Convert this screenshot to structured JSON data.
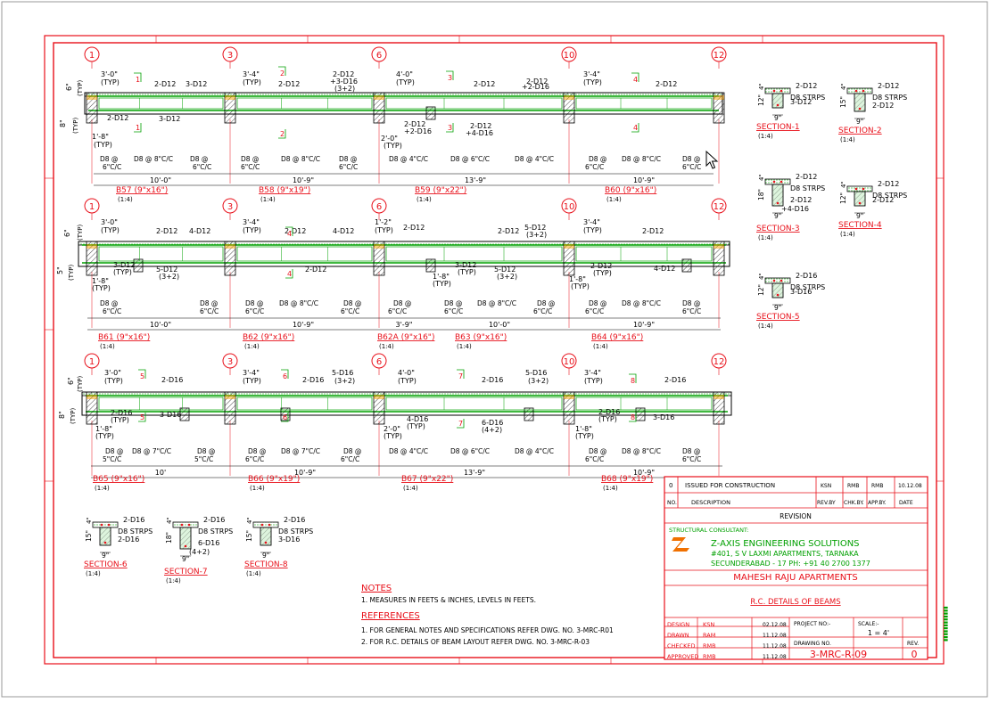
{
  "drawing": {
    "grid_bubbles": [
      "1",
      "3",
      "6",
      "10",
      "12"
    ],
    "row1": {
      "annos": {
        "a1": "3'-0\"",
        "a2": "(TYP)",
        "a3": "3'-4\"",
        "a4": "(TYP)",
        "a5": "4'-0\"",
        "a6": "(TYP)",
        "a7": "3'-4\"",
        "a8": "(TYP)",
        "top1": "2-D12",
        "top2": "3-D12",
        "top3": "2-D12",
        "top4": "2-D12",
        "top5": "+3-D16",
        "top6": "(3+2)",
        "top7": "2-D12",
        "top8": "2-D12",
        "top9": "+2-D16",
        "top10": "2-D12",
        "bot1": "2-D12",
        "bot2": "3-D12",
        "bot3": "2-D12",
        "bot4": "+2-D16",
        "bot5": "2-D12",
        "bot6": "+4-D16",
        "bot7": "2'-0\"",
        "bot8": "(TYP)",
        "bot9": "1'-8\"",
        "bot10": "(TYP)",
        "six": "6\"",
        "typ1": "(TYP)",
        "eight": "8\"",
        "typ2": "(TYP)"
      },
      "stirrups": [
        "D8 @",
        "6\"C/C",
        "D8 @ 8\"C/C",
        "D8 @",
        "6\"C/C",
        "D8 @",
        "6\"C/C",
        "D8 @ 8\"C/C",
        "D8 @",
        "6\"C/C",
        "D8 @ 4\"C/C",
        "D8 @ 6\"C/C",
        "D8 @ 4\"C/C",
        "D8 @",
        "6\"C/C",
        "D8 @ 8\"C/C",
        "D8 @",
        "6\"C/C"
      ],
      "spans": [
        "10'-0\"",
        "10'-9\"",
        "13'-9\"",
        "10'-9\""
      ],
      "beams": [
        {
          "name": "B57 (9\"x16\")",
          "scale": "(1:4)"
        },
        {
          "name": "B58 (9\"x19\")",
          "scale": "(1:4)"
        },
        {
          "name": "B59 (9\"x22\")",
          "scale": "(1:4)"
        },
        {
          "name": "B60 (9\"x16\")",
          "scale": "(1:4)"
        }
      ],
      "sec_marks": [
        "1",
        "1",
        "2",
        "2",
        "3",
        "3",
        "4",
        "4"
      ]
    },
    "row2": {
      "annos": {
        "a1": "3'-0\"",
        "a2": "(TYP)",
        "a3": "3'-4\"",
        "a4": "(TYP)",
        "a5": "1'-2\"",
        "a6": "(TYP)",
        "a7": "3'-4\"",
        "a8": "(TYP)",
        "top1": "2-D12",
        "top2": "4-D12",
        "top3": "2-D12",
        "top4": "4-D12",
        "top5": "2-D12",
        "top6": "2-D12",
        "top7": "5-D12",
        "top8": "(3+2)",
        "top9": "2-D12",
        "bot1": "3-D12",
        "bot2": "(TYP)",
        "bot3": "5-D12",
        "bot4": "(3+2)",
        "bot5": "2-D12",
        "bot6": "3-D12",
        "bot7": "(TYP)",
        "bot8": "5-D12",
        "bot9": "(3+2)",
        "bot10": "2-D12",
        "bot11": "(TYP)",
        "bot12": "4-D12",
        "l1": "1'-8\"",
        "l2": "(TYP)",
        "l3": "1'-8\"",
        "l4": "(TYP)",
        "l5": "1'-8\"",
        "l6": "(TYP)",
        "six": "6\"",
        "typ1": "(TYP)",
        "five": "5\"",
        "typ2": "(TYP)"
      },
      "stirrups": [
        "D8 @",
        "6\"C/C",
        "D8 @",
        "6\"C/C",
        "D8 @",
        "6\"C/C",
        "D8 @ 8\"C/C",
        "D8 @",
        "6\"C/C",
        "D8 @",
        "6\"C/C",
        "D8 @",
        "6\"C/C",
        "D8 @ 8\"C/C",
        "D8 @",
        "6\"C/C",
        "D8 @",
        "6\"C/C",
        "D8 @ 8\"C/C",
        "D8 @",
        "6\"C/C"
      ],
      "spans": [
        "10'-0\"",
        "10'-9\"",
        "3'-9\"",
        "10'-0\"",
        "10'-9\""
      ],
      "beams": [
        {
          "name": "B61 (9\"x16\")",
          "scale": "(1:4)"
        },
        {
          "name": "B62 (9\"x16\")",
          "scale": "(1:4)"
        },
        {
          "name": "B62A (9\"x16\")",
          "scale": "(1:4)"
        },
        {
          "name": "B63 (9\"x16\")",
          "scale": "(1:4)"
        },
        {
          "name": "B64 (9\"x16\")",
          "scale": "(1:4)"
        }
      ],
      "sec_marks": [
        "4",
        "4"
      ]
    },
    "row3": {
      "annos": {
        "a1": "3'-0\"",
        "a2": "(TYP)",
        "a3": "3'-4\"",
        "a4": "(TYP)",
        "a5": "4'-0\"",
        "a6": "(TYP)",
        "a7": "3'-4\"",
        "a8": "(TYP)",
        "top1": "2-D16",
        "top2": "2-D16",
        "top3": "5-D16",
        "top4": "(3+2)",
        "top5": "2-D16",
        "top6": "5-D16",
        "top7": "(3+2)",
        "top8": "2-D16",
        "bot1": "2-D16",
        "bot2": "(TYP)",
        "bot3": "3-D16",
        "bot4": "4-D16",
        "bot5": "(TYP)",
        "bot6": "6-D16",
        "bot7": "(4+2)",
        "bot8": "2-D16",
        "bot9": "(TYP)",
        "bot10": "3-D16",
        "l1": "1'-8\"",
        "l2": "(TYP)",
        "l3": "2'-0\"",
        "l4": "(TYP)",
        "l5": "1'-8\"",
        "l6": "(TYP)",
        "six": "6\"",
        "typ1": "(TYP)",
        "eight": "8\"",
        "typ2": "(TYP)"
      },
      "stirrups": [
        "D8 @",
        "5\"C/C",
        "D8 @ 7\"C/C",
        "D8 @",
        "5\"C/C",
        "D8 @",
        "6\"C/C",
        "D8 @ 7\"C/C",
        "D8 @",
        "6\"C/C",
        "D8 @ 4\"C/C",
        "D8 @ 6\"C/C",
        "D8 @ 4\"C/C",
        "D8 @",
        "6\"C/C",
        "D8 @ 8\"C/C",
        "D8 @",
        "6\"C/C"
      ],
      "spans": [
        "10'",
        "10'-9\"",
        "13'-9\"",
        "10'-9\""
      ],
      "beams": [
        {
          "name": "B65 (9\"x16\")",
          "scale": "(1:4)"
        },
        {
          "name": "B66 (9\"x19\")",
          "scale": "(1:4)"
        },
        {
          "name": "B67 (9\"x22\")",
          "scale": "(1:4)"
        },
        {
          "name": "B68 (9\"x19\")",
          "scale": "(1:4)"
        }
      ],
      "sec_marks": [
        "5",
        "5",
        "6",
        "6",
        "7",
        "7",
        "8",
        "8"
      ]
    },
    "sections": [
      {
        "name": "SECTION-1",
        "scale": "(1:4)",
        "top": "2-D12",
        "mid": "D8 STRPS",
        "bot": "3-D12",
        "w": "9\"",
        "h": "12\"",
        "f": "4\""
      },
      {
        "name": "SECTION-2",
        "scale": "(1:4)",
        "top": "2-D12",
        "mid": "D8 STRPS",
        "bot": "2-D12",
        "w": "9\"",
        "h": "15\"",
        "f": "4\""
      },
      {
        "name": "SECTION-3",
        "scale": "(1:4)",
        "top": "2-D12",
        "mid": "D8 STRPS",
        "bot": "2-D12",
        "bot2": "+4-D16",
        "w": "9\"",
        "h": "18\"",
        "f": "4\""
      },
      {
        "name": "SECTION-4",
        "scale": "(1:4)",
        "top": "2-D12",
        "mid": "D8 STRPS",
        "bot": "2-D12",
        "w": "9\"",
        "h": "12\"",
        "f": "4\""
      },
      {
        "name": "SECTION-5",
        "scale": "(1:4)",
        "top": "2-D16",
        "mid": "D8 STRPS",
        "bot": "3-D16",
        "w": "9\"",
        "h": "12\"",
        "f": "4\""
      },
      {
        "name": "SECTION-6",
        "scale": "(1:4)",
        "top": "2-D16",
        "mid": "D8 STRPS",
        "bot": "2-D16",
        "w": "9\"",
        "h": "15\"",
        "f": "4\""
      },
      {
        "name": "SECTION-7",
        "scale": "(1:4)",
        "top": "2-D16",
        "mid": "D8 STRPS",
        "bot": "6-D16",
        "bot2": "(4+2)",
        "w": "9\"",
        "h": "18\"",
        "f": "4\""
      },
      {
        "name": "SECTION-8",
        "scale": "(1:4)",
        "top": "2-D16",
        "mid": "D8 STRPS",
        "bot": "3-D16",
        "w": "9\"",
        "h": "15\"",
        "f": "4\""
      }
    ],
    "notes": {
      "title": "NOTES",
      "items": [
        "1. MEASURES IN FEETS & INCHES, LEVELS IN FEETS."
      ],
      "ref_title": "REFERENCES",
      "refs": [
        "1. FOR GENERAL NOTES AND SPECIFICATIONS REFER DWG. NO. 3-MRC-R01",
        "2. FOR R.C. DETAILS OF BEAM LAYOUT REFER DWG. NO. 3-MRC-R-03"
      ]
    },
    "title_block": {
      "rev_no": "0",
      "rev_desc": "ISSUED FOR CONSTRUCTION",
      "rev_by": "KSN",
      "chk_by": "RMB",
      "app_by": "RMB",
      "rev_date": "10.12.08",
      "h_no": "NO.",
      "h_desc": "DESCRIPTION",
      "h_rev": "REV.BY",
      "h_chk": "CHK.BY.",
      "h_app": "APP.BY.",
      "h_date": "DATE",
      "revision": "REVISION",
      "consultant_label": "STRUCTURAL CONSULTANT:",
      "firm": "Z-AXIS ENGINEERING SOLUTIONS",
      "addr1": "#401, S V LAXMI APARTMENTS, TARNAKA",
      "addr2": "SECUNDERABAD - 17 PH: +91 40 2700 1377",
      "project": "MAHESH RAJU APARTMENTS",
      "sheet_title": "R.C. DETAILS OF BEAMS",
      "rows": [
        {
          "label": "DESIGN",
          "by": "KSN",
          "date": "02.12.08"
        },
        {
          "label": "DRAWN",
          "by": "RAM",
          "date": "11.12.08"
        },
        {
          "label": "CHECKED",
          "by": "RMB",
          "date": "11.12.08"
        },
        {
          "label": "APPROVED",
          "by": "RMB",
          "date": "11.12.08"
        }
      ],
      "project_no_label": "PROJECT NO:-",
      "scale_label": "SCALE:-",
      "scale": "1 = 4'",
      "drawing_no_label": "DRAWING NO.",
      "drawing_no": "3-MRC-R-09",
      "rev_label": "REV.",
      "rev_val": "0"
    }
  }
}
